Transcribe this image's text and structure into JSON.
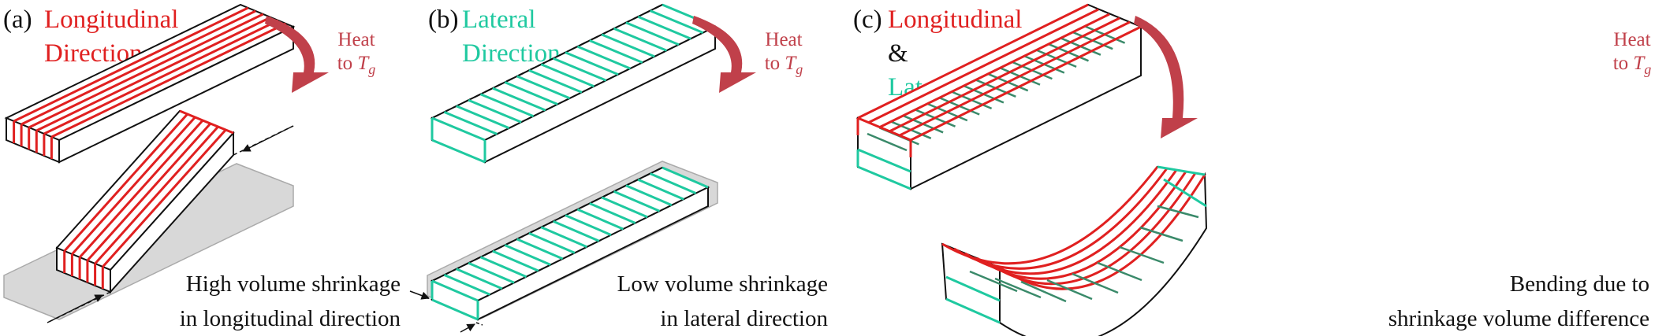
{
  "panels": [
    {
      "letter": "(a)",
      "title_line1": "Longitudinal",
      "title_line2": "Direction",
      "heat_word": "Heat",
      "heat_to": "to",
      "heat_symbol": "T",
      "heat_subscript": "g",
      "caption_line1": "High volume shrinkage",
      "caption_line2": "in longitudinal direction"
    },
    {
      "letter": "(b)",
      "title_line1": "Lateral",
      "title_line2": "Direction",
      "heat_word": "Heat",
      "heat_to": "to",
      "heat_symbol": "T",
      "heat_subscript": "g",
      "caption_line1": "Low volume shrinkage",
      "caption_line2": "in lateral direction"
    },
    {
      "letter": "(c)",
      "title_line1": "Longitudinal",
      "title_ampersand": "&",
      "title_line3": "Lateral",
      "heat_word": "Heat",
      "heat_to": "to",
      "heat_symbol": "T",
      "heat_subscript": "g",
      "caption_line1": "Bending due to",
      "caption_line2": "shrinkage volume difference"
    }
  ],
  "colors": {
    "longitudinal": "#e02020",
    "lateral": "#1fc9a0",
    "lateral_inner": "#3a8a6a",
    "arrow": "#c0404a",
    "shadow": "#d8d8d8",
    "outline": "#111111"
  }
}
